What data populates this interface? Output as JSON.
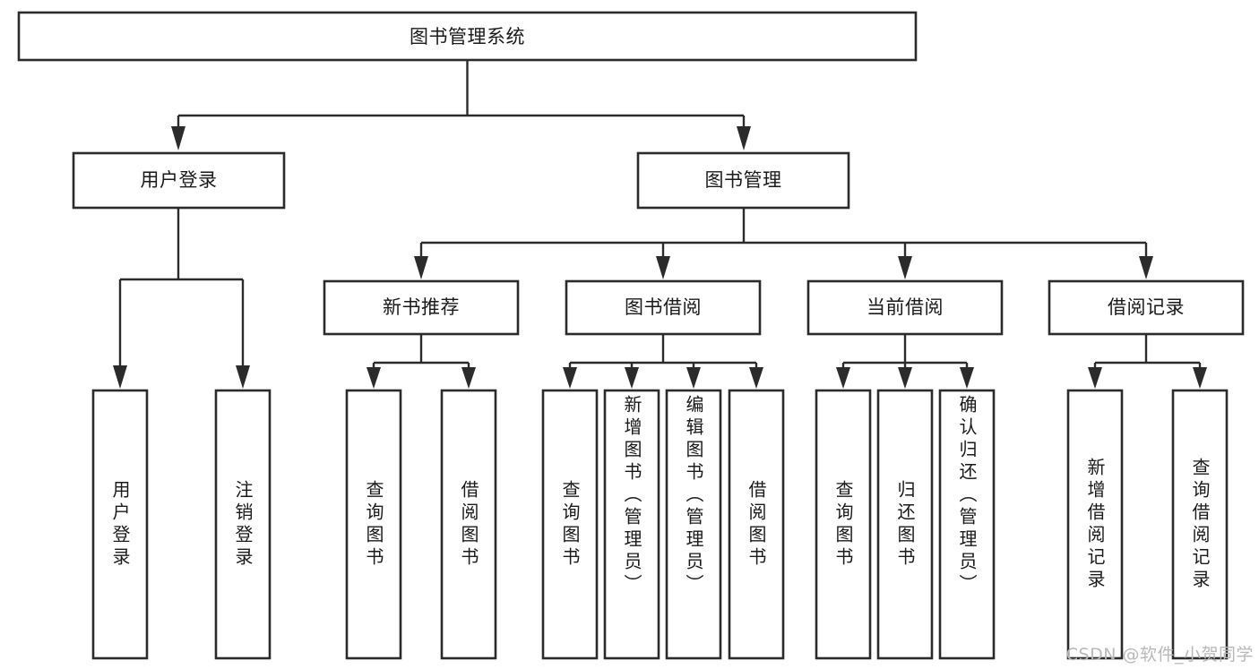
{
  "diagram": {
    "type": "tree",
    "title": "图书管理系统",
    "orientation": "top-down",
    "edge_style": "orthogonal-with-arrowheads",
    "colors": {
      "box_stroke": "#2b2b2b",
      "box_fill": "#ffffff",
      "text": "#1a1a1a",
      "background": "#ffffff",
      "watermark": "#b9b9b9"
    },
    "root": {
      "label": "图书管理系统"
    },
    "level1": [
      {
        "label": "用户登录"
      },
      {
        "label": "图书管理"
      }
    ],
    "level2": [
      {
        "label": "新书推荐"
      },
      {
        "label": "图书借阅"
      },
      {
        "label": "当前借阅"
      },
      {
        "label": "借阅记录"
      }
    ],
    "leaves": {
      "user_login": [
        {
          "label": "用户登录"
        },
        {
          "label": "注销登录"
        }
      ],
      "new_book_recommend": [
        {
          "label": "查询图书"
        },
        {
          "label": "借阅图书"
        }
      ],
      "book_borrow": [
        {
          "label": "查询图书"
        },
        {
          "label": "新增图书（管理员）"
        },
        {
          "label": "编辑图书（管理员）"
        },
        {
          "label": "借阅图书"
        }
      ],
      "current_borrow": [
        {
          "label": "查询图书"
        },
        {
          "label": "归还图书"
        },
        {
          "label": "确认归还（管理员）"
        }
      ],
      "borrow_record": [
        {
          "label": "新增借阅记录"
        },
        {
          "label": "查询借阅记录"
        }
      ]
    }
  },
  "watermark": {
    "text": "CSDN @软件_小贺同学"
  }
}
